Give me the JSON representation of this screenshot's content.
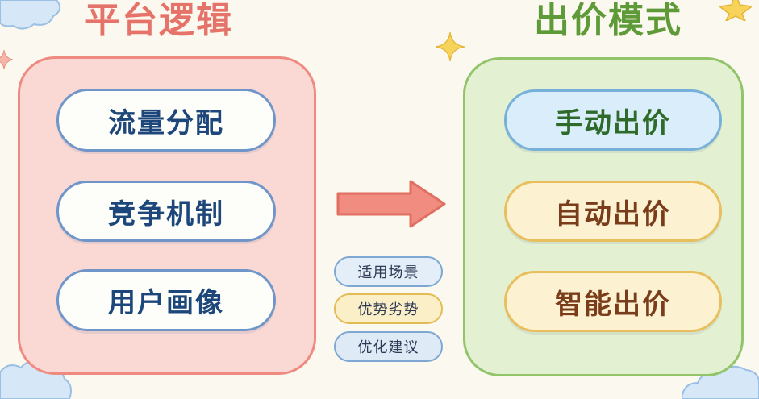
{
  "diagram": {
    "left_title": "平台逻辑",
    "right_title": "出价模式",
    "left_items": [
      "流量分配",
      "竞争机制",
      "用户画像"
    ],
    "right_items": [
      "手动出价",
      "自动出价",
      "智能出价"
    ],
    "connector_tags": [
      "适用场景",
      "优势劣势",
      "优化建议"
    ],
    "arrow": "right-arrow-icon",
    "colors": {
      "background": "#fbf8ef",
      "left_panel_fill": "#fad9d5",
      "left_panel_border": "#ef8a80",
      "right_panel_fill": "#e3f1d2",
      "right_panel_border": "#92c46a",
      "left_title": "#e57369",
      "right_title": "#5f9a38",
      "arrow": "#f08c80"
    }
  }
}
